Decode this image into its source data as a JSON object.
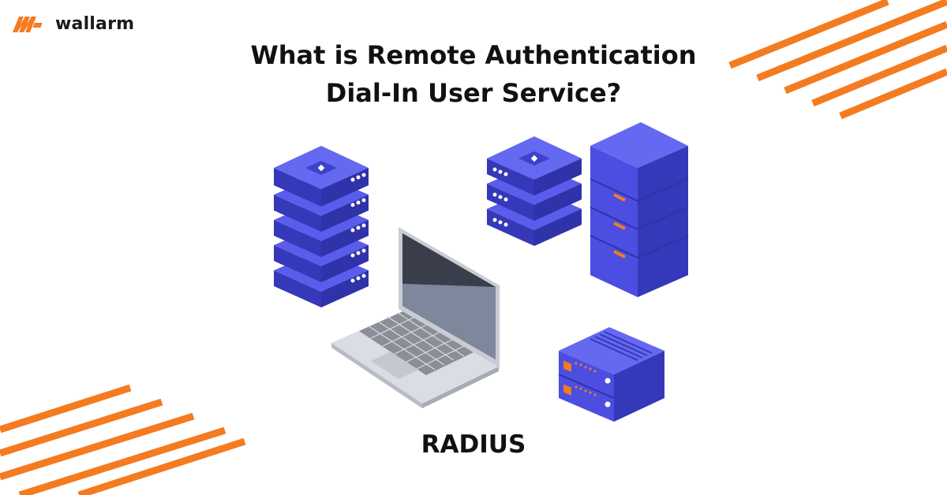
{
  "brand": {
    "logo_text": "wallarm",
    "accent_color": "#F47B20"
  },
  "header": {
    "title_line1": "What is Remote Authentication",
    "title_line2": "Dial-In User Service?"
  },
  "caption": {
    "label": "RADIUS"
  },
  "colors": {
    "server_blue": "#4B4EE0",
    "server_dark": "#3538B8",
    "server_light": "#6568F0",
    "orange": "#F47B20"
  },
  "illustration": {
    "items": [
      "server-stack-icon",
      "server-stack-icon",
      "server-tower-icon",
      "laptop-icon",
      "rack-server-icon"
    ]
  }
}
